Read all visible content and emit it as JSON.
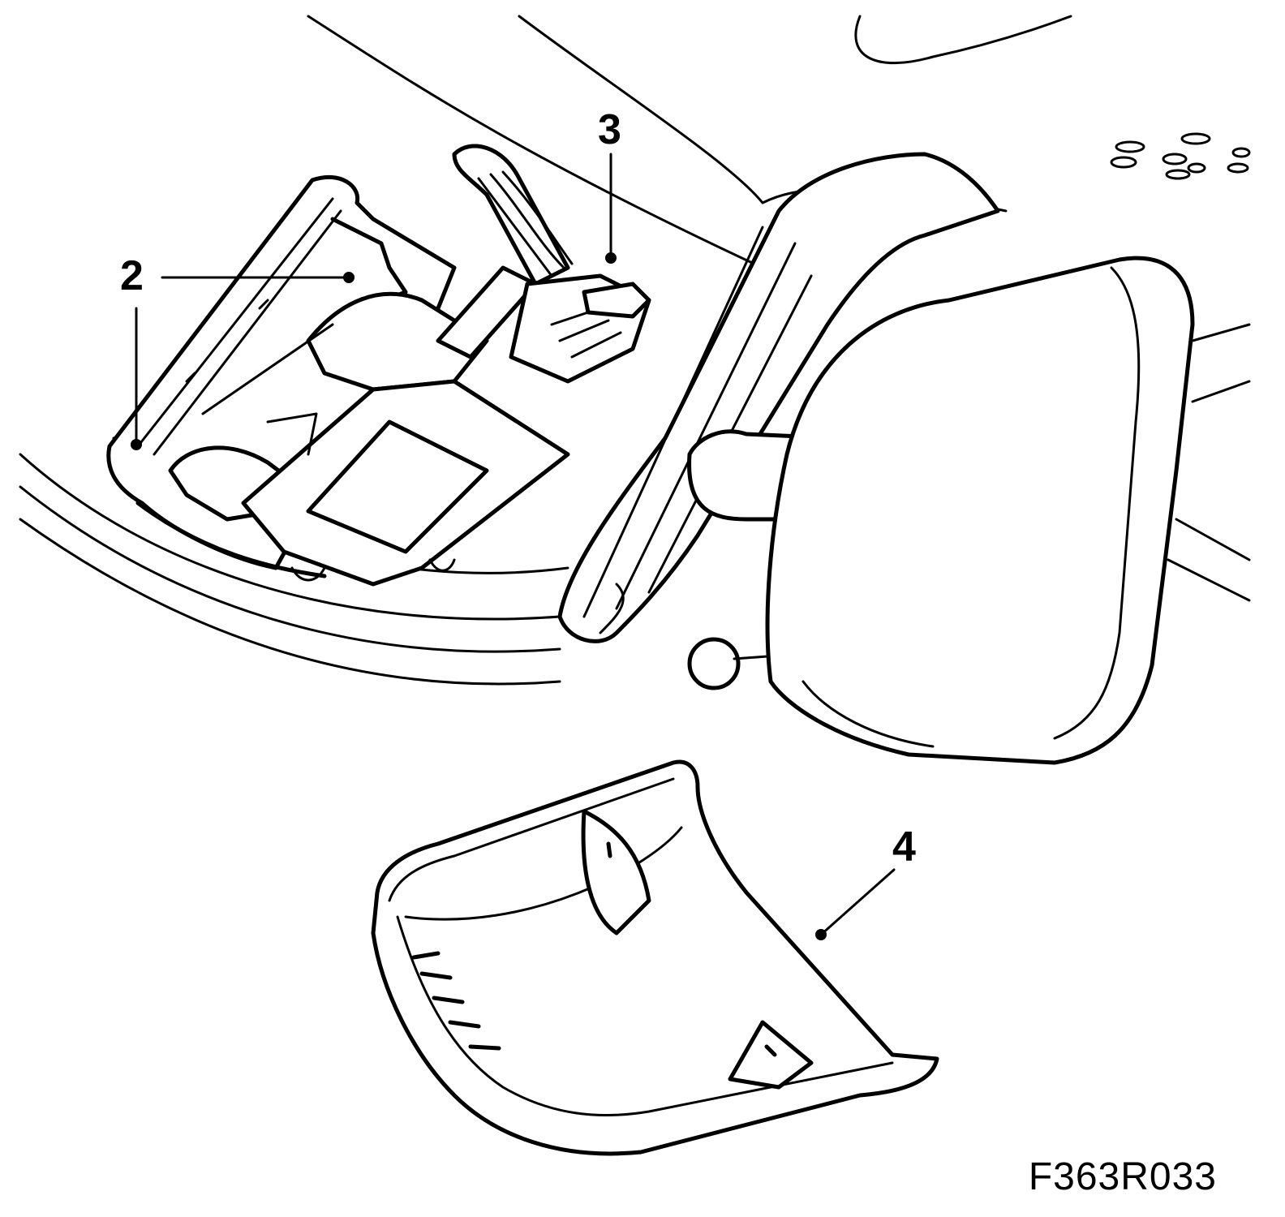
{
  "callouts": [
    {
      "id": "callout-2",
      "label": "2"
    },
    {
      "id": "callout-3",
      "label": "3"
    },
    {
      "id": "callout-4",
      "label": "4"
    }
  ],
  "figure_id": "F363R033"
}
